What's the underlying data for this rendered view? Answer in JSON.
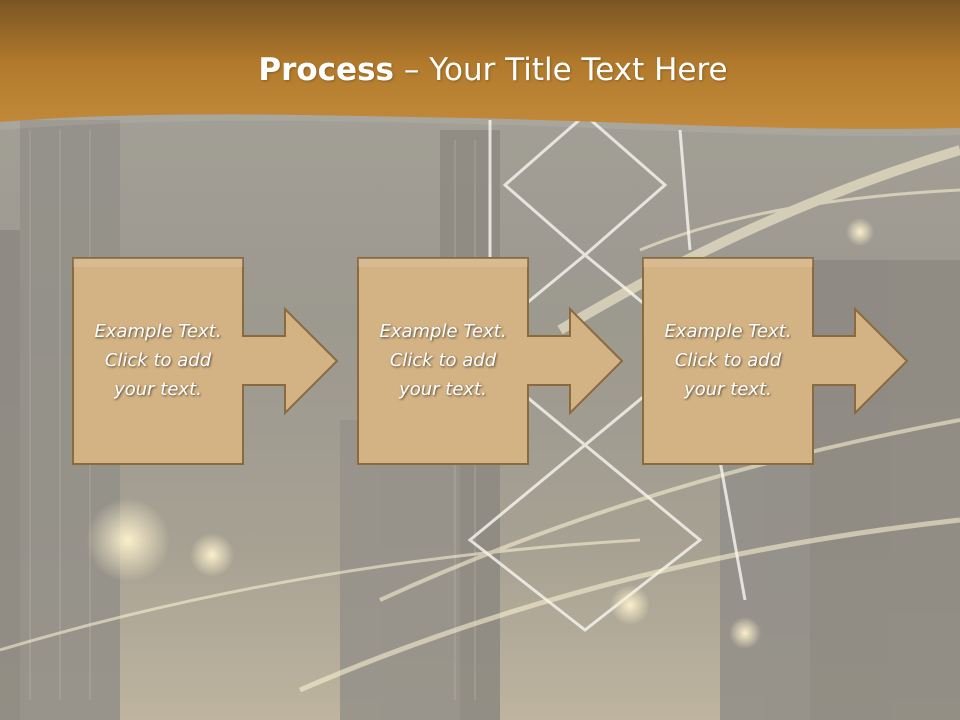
{
  "slide": {
    "title_bold": "Process",
    "title_rest": " – Your Title Text Here",
    "steps": [
      {
        "lines": [
          "Example Text.",
          "Click  to add",
          "your text."
        ]
      },
      {
        "lines": [
          "Example Text.",
          "Click  to add",
          "your text."
        ]
      },
      {
        "lines": [
          "Example Text.",
          "Click  to add",
          "your text."
        ]
      }
    ]
  },
  "colors": {
    "header_band": "#b27a2c",
    "box_fill": "#d3b283",
    "box_border": "#8a6a3f",
    "text": "#ffffff"
  }
}
